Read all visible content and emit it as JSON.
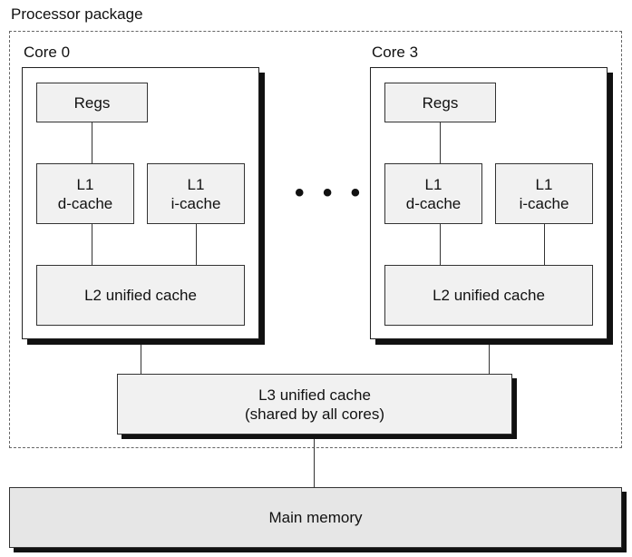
{
  "package_label": "Processor package",
  "cores": [
    {
      "label": "Core 0",
      "regs": "Regs",
      "l1d": "L1\nd-cache",
      "l1i": "L1\ni-cache",
      "l2": "L2 unified cache"
    },
    {
      "label": "Core 3",
      "regs": "Regs",
      "l1d": "L1\nd-cache",
      "l1i": "L1\ni-cache",
      "l2": "L2 unified cache"
    }
  ],
  "ellipsis": "• • •",
  "l3": "L3 unified cache\n(shared by all cores)",
  "main_memory": "Main memory"
}
